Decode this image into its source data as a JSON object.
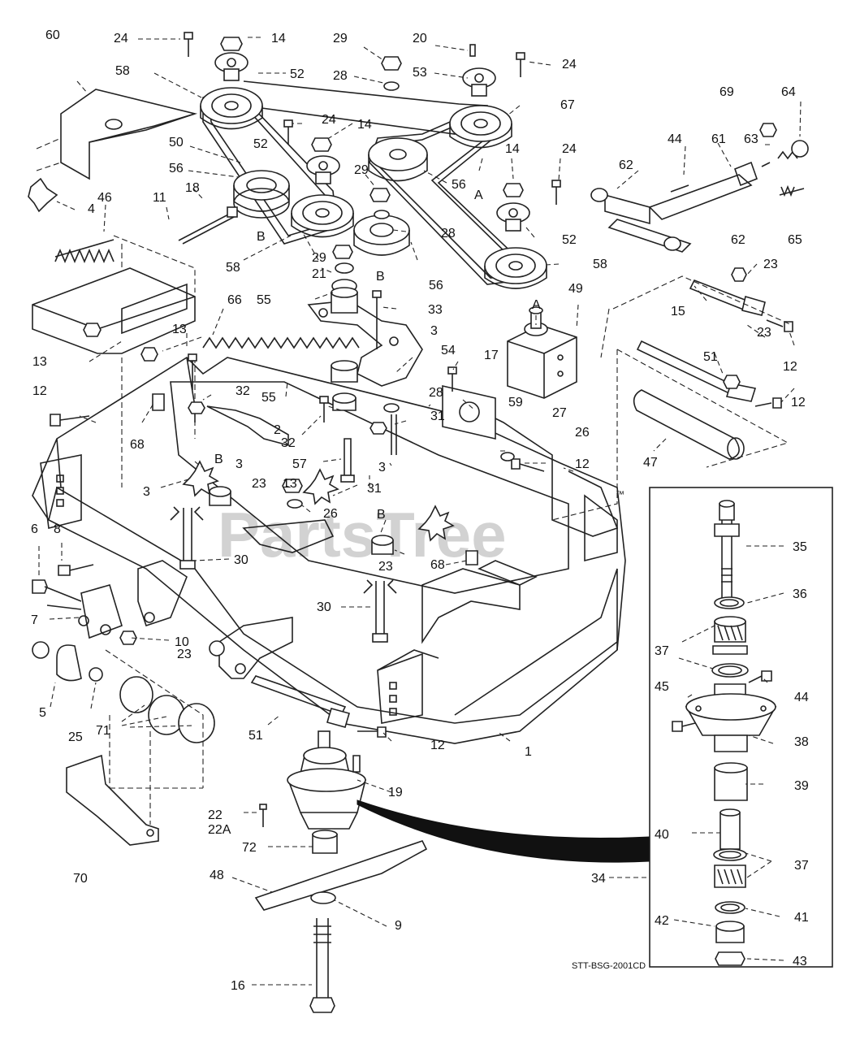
{
  "watermark": "PartsTree",
  "trademark": "™",
  "drawing_code": "STT-BSG-2001CD",
  "callouts": [
    {
      "id": "c60",
      "text": "60"
    },
    {
      "id": "c24a",
      "text": "24"
    },
    {
      "id": "c14a",
      "text": "14"
    },
    {
      "id": "c29a",
      "text": "29"
    },
    {
      "id": "c20",
      "text": "20"
    },
    {
      "id": "c58a",
      "text": "58"
    },
    {
      "id": "c52a",
      "text": "52"
    },
    {
      "id": "c28a",
      "text": "28"
    },
    {
      "id": "c53",
      "text": "53"
    },
    {
      "id": "c24b",
      "text": "24"
    },
    {
      "id": "c67",
      "text": "67"
    },
    {
      "id": "c69",
      "text": "69"
    },
    {
      "id": "c64",
      "text": "64"
    },
    {
      "id": "c24c",
      "text": "24"
    },
    {
      "id": "c14b",
      "text": "14"
    },
    {
      "id": "c50",
      "text": "50"
    },
    {
      "id": "c52b",
      "text": "52"
    },
    {
      "id": "c44a",
      "text": "44"
    },
    {
      "id": "c61",
      "text": "61"
    },
    {
      "id": "c63",
      "text": "63"
    },
    {
      "id": "c56a",
      "text": "56"
    },
    {
      "id": "c56b",
      "text": "56"
    },
    {
      "id": "cA1",
      "text": "A"
    },
    {
      "id": "c14c",
      "text": "14"
    },
    {
      "id": "c24d",
      "text": "24"
    },
    {
      "id": "c62a",
      "text": "62"
    },
    {
      "id": "c4",
      "text": "4"
    },
    {
      "id": "c46",
      "text": "46"
    },
    {
      "id": "c11",
      "text": "11"
    },
    {
      "id": "c18",
      "text": "18"
    },
    {
      "id": "c29b",
      "text": "29"
    },
    {
      "id": "cB1",
      "text": "B"
    },
    {
      "id": "c28b",
      "text": "28"
    },
    {
      "id": "c52c",
      "text": "52"
    },
    {
      "id": "c65",
      "text": "65"
    },
    {
      "id": "c62b",
      "text": "62"
    },
    {
      "id": "c58b",
      "text": "58"
    },
    {
      "id": "c29c",
      "text": "29"
    },
    {
      "id": "cB2",
      "text": "B"
    },
    {
      "id": "c58c",
      "text": "58"
    },
    {
      "id": "c21",
      "text": "21"
    },
    {
      "id": "c56c",
      "text": "56"
    },
    {
      "id": "c23a",
      "text": "23"
    },
    {
      "id": "c55a",
      "text": "55"
    },
    {
      "id": "c33",
      "text": "33"
    },
    {
      "id": "c49",
      "text": "49"
    },
    {
      "id": "cA2",
      "text": "A"
    },
    {
      "id": "c15",
      "text": "15"
    },
    {
      "id": "c66",
      "text": "66"
    },
    {
      "id": "c13a",
      "text": "13"
    },
    {
      "id": "c13b",
      "text": "13"
    },
    {
      "id": "c3a",
      "text": "3"
    },
    {
      "id": "c54",
      "text": "54"
    },
    {
      "id": "c17",
      "text": "17"
    },
    {
      "id": "c23b",
      "text": "23"
    },
    {
      "id": "c12a",
      "text": "12"
    },
    {
      "id": "c51a",
      "text": "51"
    },
    {
      "id": "c32a",
      "text": "32"
    },
    {
      "id": "c55b",
      "text": "55"
    },
    {
      "id": "c28c",
      "text": "28"
    },
    {
      "id": "c59",
      "text": "59"
    },
    {
      "id": "c12b",
      "text": "12"
    },
    {
      "id": "c12c",
      "text": "12"
    },
    {
      "id": "c2",
      "text": "2"
    },
    {
      "id": "c32b",
      "text": "32"
    },
    {
      "id": "c31a",
      "text": "31"
    },
    {
      "id": "c27",
      "text": "27"
    },
    {
      "id": "c26a",
      "text": "26"
    },
    {
      "id": "c68a",
      "text": "68"
    },
    {
      "id": "c57",
      "text": "57"
    },
    {
      "id": "c3b",
      "text": "3"
    },
    {
      "id": "c3c",
      "text": "3"
    },
    {
      "id": "c12d",
      "text": "12"
    },
    {
      "id": "c47",
      "text": "47"
    },
    {
      "id": "cB3",
      "text": "B"
    },
    {
      "id": "c3d",
      "text": "3"
    },
    {
      "id": "c23c",
      "text": "23"
    },
    {
      "id": "c13c",
      "text": "13"
    },
    {
      "id": "c31b",
      "text": "31"
    },
    {
      "id": "c26b",
      "text": "26"
    },
    {
      "id": "cB4",
      "text": "B"
    },
    {
      "id": "c6",
      "text": "6"
    },
    {
      "id": "c8",
      "text": "8"
    },
    {
      "id": "c30a",
      "text": "30"
    },
    {
      "id": "c23d",
      "text": "23"
    },
    {
      "id": "c68b",
      "text": "68"
    },
    {
      "id": "c35",
      "text": "35"
    },
    {
      "id": "c36",
      "text": "36"
    },
    {
      "id": "c7",
      "text": "7"
    },
    {
      "id": "c30b",
      "text": "30"
    },
    {
      "id": "c10",
      "text": "10"
    },
    {
      "id": "c37a",
      "text": "37"
    },
    {
      "id": "c23e",
      "text": "23"
    },
    {
      "id": "c45",
      "text": "45"
    },
    {
      "id": "c44b",
      "text": "44"
    },
    {
      "id": "c5",
      "text": "5"
    },
    {
      "id": "c25",
      "text": "25"
    },
    {
      "id": "c71",
      "text": "71"
    },
    {
      "id": "c51b",
      "text": "51"
    },
    {
      "id": "c12e",
      "text": "12"
    },
    {
      "id": "c1",
      "text": "1"
    },
    {
      "id": "c38",
      "text": "38"
    },
    {
      "id": "c39",
      "text": "39"
    },
    {
      "id": "c19",
      "text": "19"
    },
    {
      "id": "c22",
      "text": "22"
    },
    {
      "id": "c22A",
      "text": "22A"
    },
    {
      "id": "c40",
      "text": "40"
    },
    {
      "id": "c72",
      "text": "72"
    },
    {
      "id": "c37b",
      "text": "37"
    },
    {
      "id": "c70",
      "text": "70"
    },
    {
      "id": "c34",
      "text": "34"
    },
    {
      "id": "c48",
      "text": "48"
    },
    {
      "id": "c41",
      "text": "41"
    },
    {
      "id": "c9",
      "text": "9"
    },
    {
      "id": "c42",
      "text": "42"
    },
    {
      "id": "c16",
      "text": "16"
    },
    {
      "id": "c43",
      "text": "43"
    }
  ]
}
